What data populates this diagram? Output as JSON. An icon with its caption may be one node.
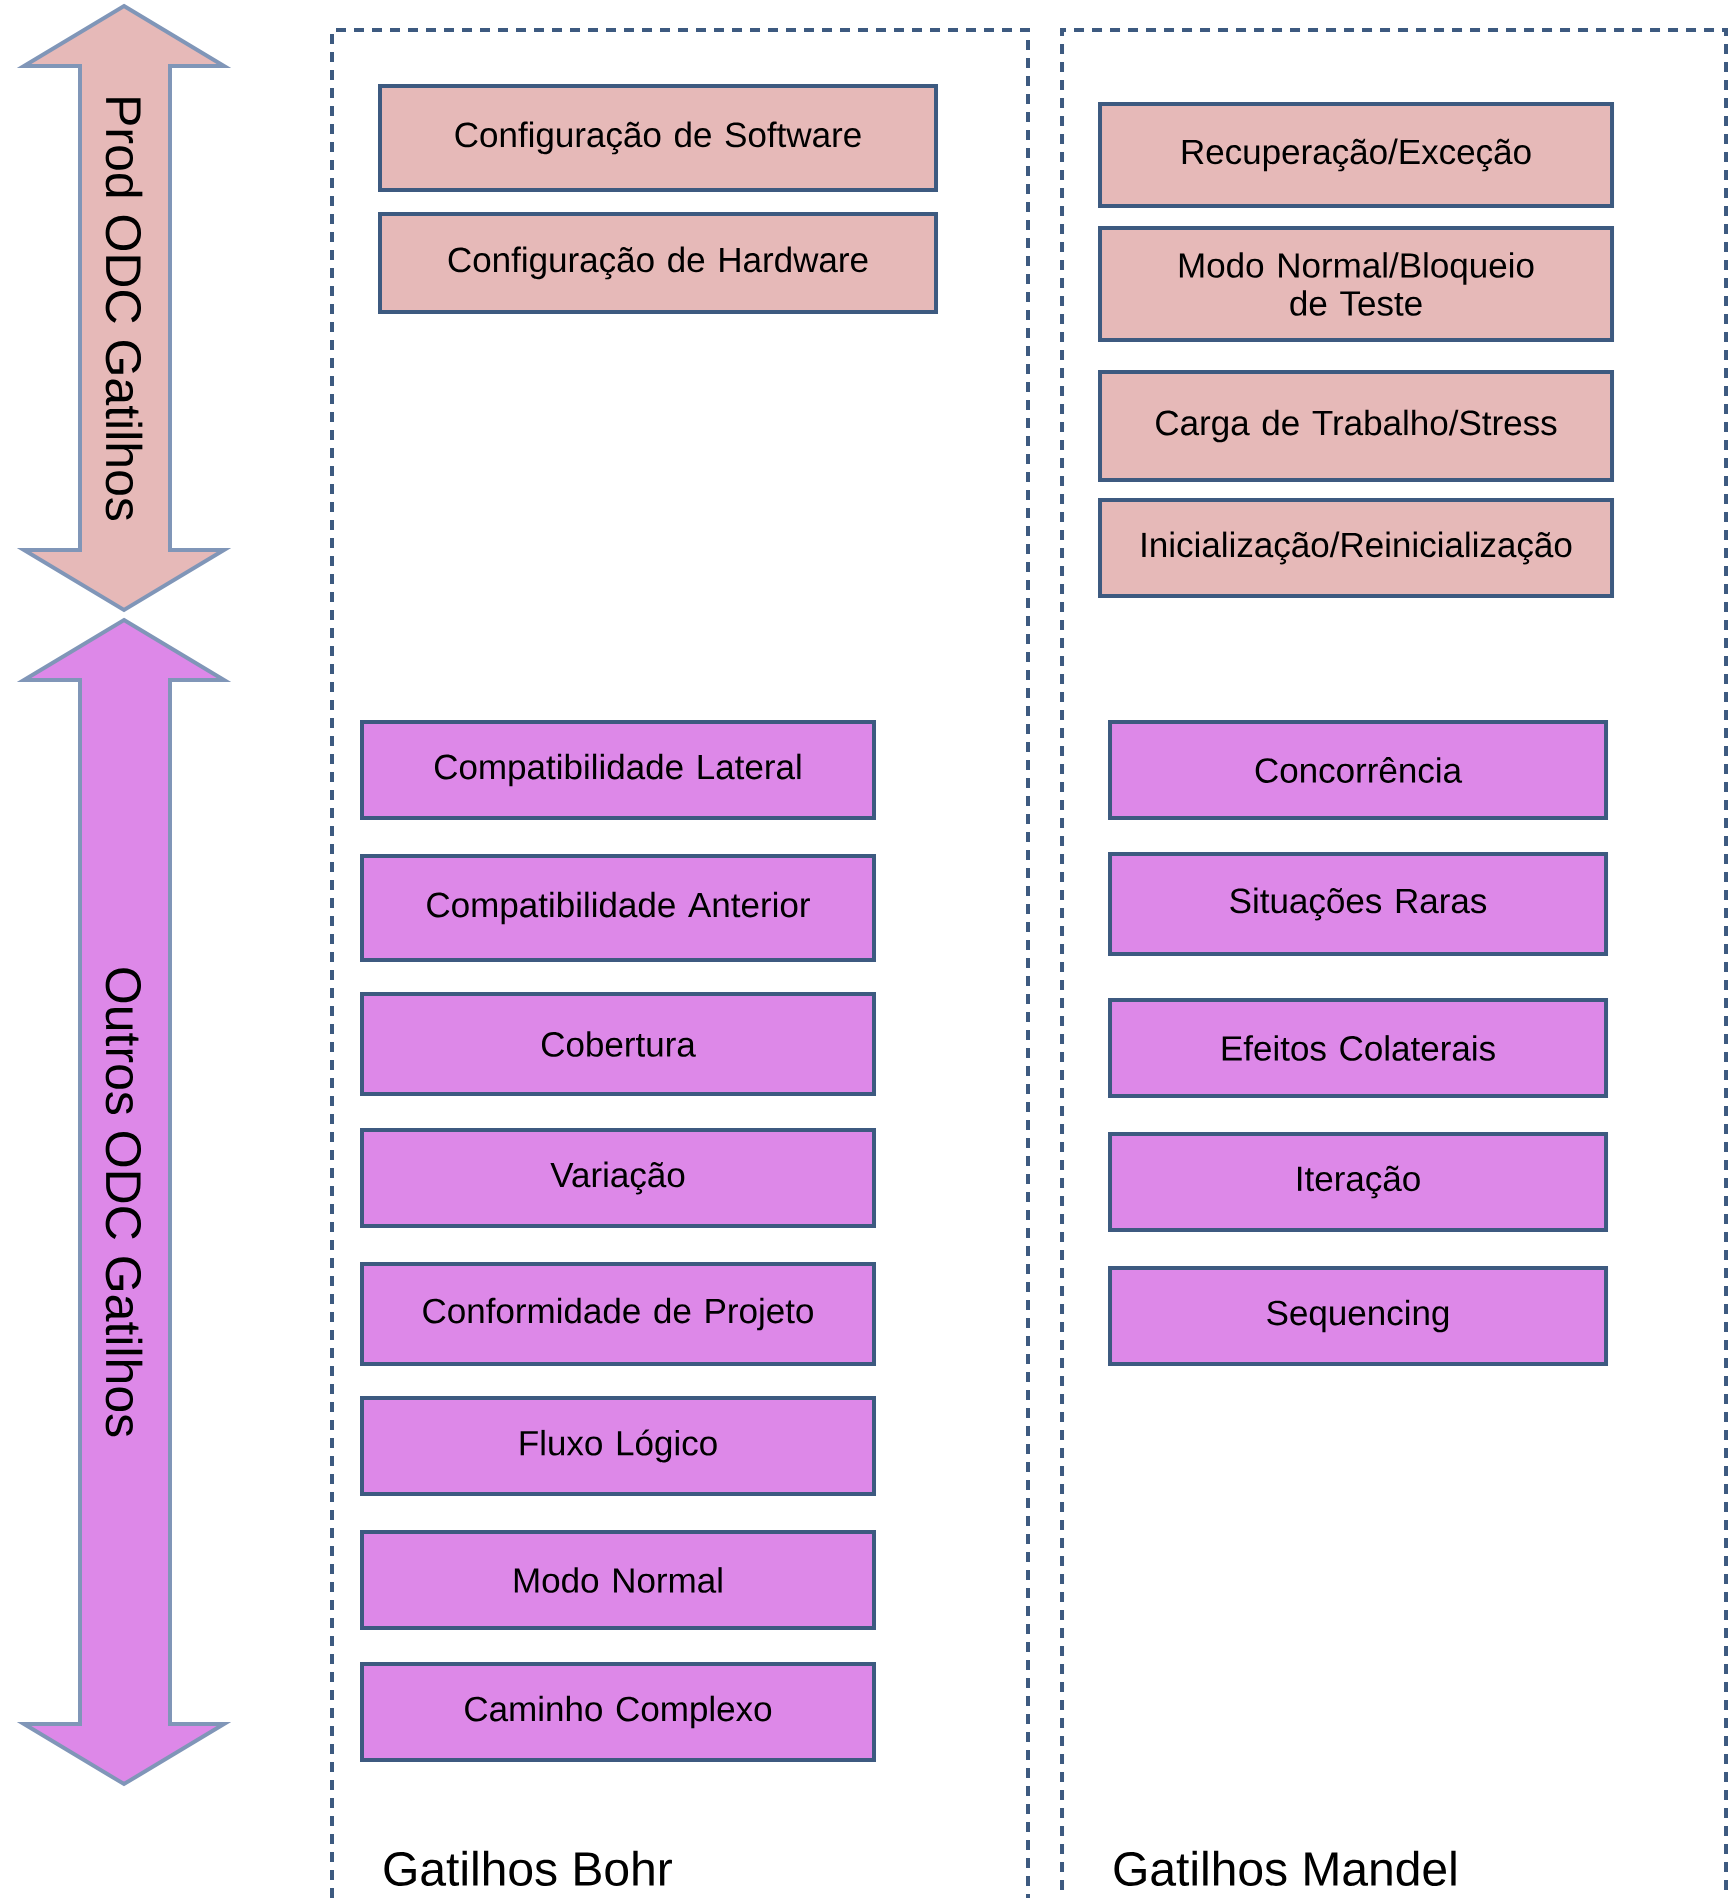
{
  "diagram": {
    "nodes": [
      {
        "text": [
          "Prod ODC  Gatilhos"
        ]
      },
      {
        "text": [
          "Outros ODC  Gatilhos"
        ]
      },
      {
        "text": [
          "Gatilhos Bohr"
        ]
      },
      {
        "text": [
          "Configuração de Software"
        ],
        "in": 2
      },
      {
        "text": [
          "Configuração de Hardware"
        ],
        "in": 2
      },
      {
        "text": [
          "Compatibilidade Lateral"
        ],
        "in": 2
      },
      {
        "text": [
          "Compatibilidade Anterior"
        ],
        "in": 2
      },
      {
        "text": [
          "Cobertura"
        ],
        "in": 2
      },
      {
        "text": [
          "Variação"
        ],
        "in": 2
      },
      {
        "text": [
          "Conformidade de Projeto"
        ],
        "in": 2
      },
      {
        "text": [
          "Fluxo Lógico"
        ],
        "in": 2
      },
      {
        "text": [
          "Modo Normal"
        ],
        "in": 2
      },
      {
        "text": [
          "Caminho Complexo"
        ],
        "in": 2
      },
      {
        "text": [
          "Gatilhos Mandel"
        ]
      },
      {
        "text": [
          "Recuperação/Exceção"
        ],
        "in": 13
      },
      {
        "text": [
          "Modo Normal/Bloqueio de Teste"
        ],
        "in": 13
      },
      {
        "text": [
          "Carga de Trabalho/Stress"
        ],
        "in": 13
      },
      {
        "text": [
          "Inicialização/Reinicialização"
        ],
        "in": 13
      },
      {
        "text": [
          "Concorrência"
        ],
        "in": 13
      },
      {
        "text": [
          "Situações Raras"
        ],
        "in": 13
      },
      {
        "text": [
          "Efeitos Colaterais"
        ],
        "in": 13
      },
      {
        "text": [
          "Iteração"
        ],
        "in": 13
      },
      {
        "text": [
          "Sequencing"
        ],
        "in": 13
      }
    ]
  }
}
